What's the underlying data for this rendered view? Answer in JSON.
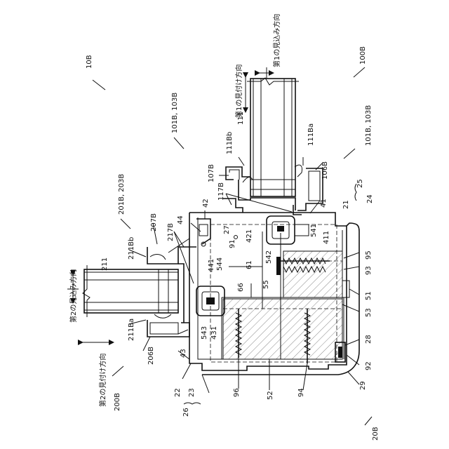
{
  "labels": {
    "l10B": "10B",
    "l100B": "100B",
    "l200B": "200B",
    "l20B": "20B",
    "l101B_103B_left": "101B, 103B",
    "l101B_103B_right": "101B, 103B",
    "l201B_203B": "201B, 203B",
    "l111": "111",
    "l111Bb": "111Bb",
    "l111Ba": "111Ba",
    "l107B": "107B",
    "l106B": "106B",
    "l117B": "117B",
    "l42": "42",
    "l41": "41",
    "l21": "21",
    "l25": "25",
    "l24": "24",
    "l44": "44",
    "l27": "27",
    "l91": "91",
    "l421": "421",
    "l541": "541",
    "l411": "411",
    "l95": "95",
    "l93": "93",
    "l542": "542",
    "l61": "61",
    "l55": "55",
    "l66": "66",
    "l441": "441",
    "l544": "544",
    "l51": "51",
    "l53": "53",
    "l28": "28",
    "l92": "92",
    "l29": "29",
    "l543": "543",
    "l431": "431",
    "l43": "43",
    "l96": "96",
    "l52": "52",
    "l94": "94",
    "l22": "22",
    "l23": "23",
    "l26": "26",
    "l207B": "207B",
    "l217B": "217B",
    "l211Bb": "211Bb",
    "l211": "211",
    "l211Ba": "211Ba",
    "l206B": "206B",
    "dir1_depth": "第1の見込み方向",
    "dir1_face": "第1の見付け方向",
    "dir2_depth": "第2の見込み方向",
    "dir2_face": "第2の見付け方向"
  }
}
